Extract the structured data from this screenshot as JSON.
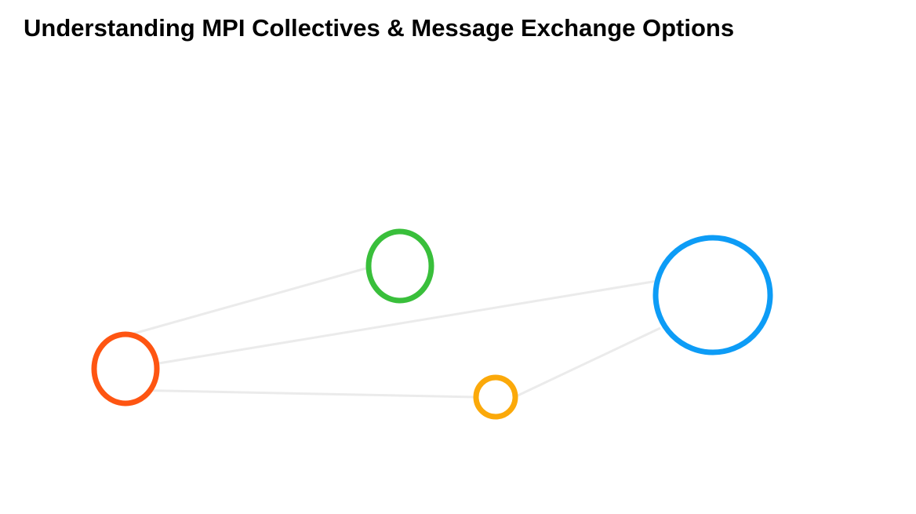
{
  "slide": {
    "title": "Understanding MPI Collectives & Message Exchange Options"
  },
  "colors": {
    "connector": "#ebebeb",
    "node_orange_red": "#fe5512",
    "node_green": "#39bf3b",
    "node_blue": "#0d9cf6",
    "node_amber": "#fba90a"
  },
  "diagram": {
    "nodes": [
      {
        "id": "orange-red",
        "color_key": "node_orange_red"
      },
      {
        "id": "green",
        "color_key": "node_green"
      },
      {
        "id": "blue",
        "color_key": "node_blue"
      },
      {
        "id": "amber",
        "color_key": "node_amber"
      }
    ],
    "edges": [
      {
        "from": "orange-red",
        "to": "green"
      },
      {
        "from": "orange-red",
        "to": "blue"
      },
      {
        "from": "orange-red",
        "to": "amber"
      },
      {
        "from": "amber",
        "to": "blue"
      }
    ]
  }
}
